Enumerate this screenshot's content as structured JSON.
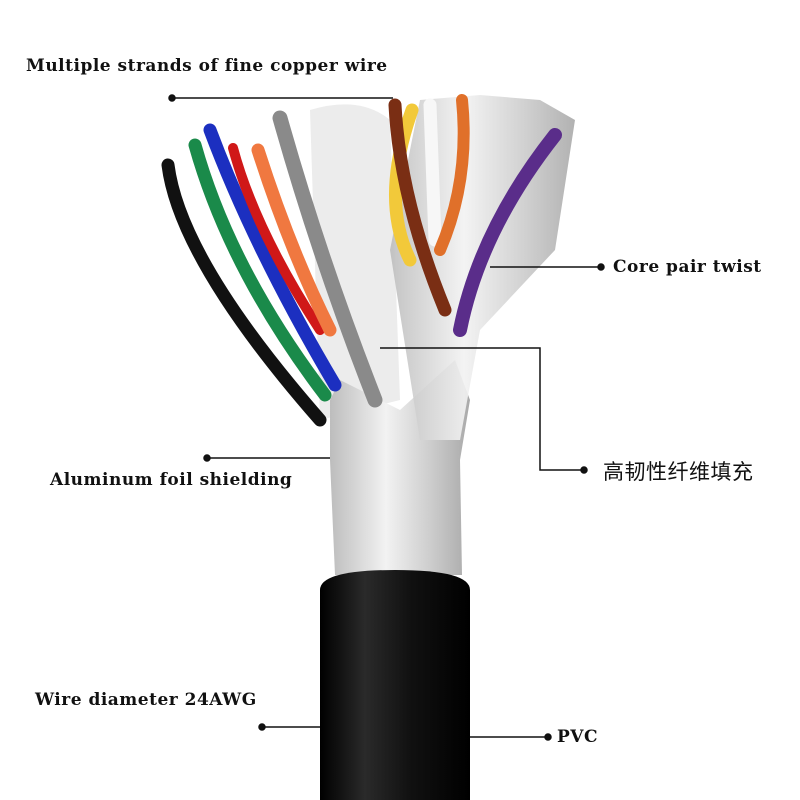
{
  "labels": {
    "copper": "Multiple strands of fine copper wire",
    "core_pair": "Core pair twist",
    "fiber_fill": "高韧性纤维填充",
    "foil": "Aluminum foil shielding",
    "diameter": "Wire diameter 24AWG",
    "pvc": "PVC"
  },
  "colors": {
    "jacket": "#111111",
    "foil": "#d9d9d9",
    "wires": [
      "#111111",
      "#1a8a4a",
      "#1c2fc0",
      "#d01818",
      "#f07840",
      "#8a8a8a",
      "#f2c93a",
      "#7a2e14",
      "#f0f0f0",
      "#e0702a",
      "#5a2d8a"
    ]
  }
}
